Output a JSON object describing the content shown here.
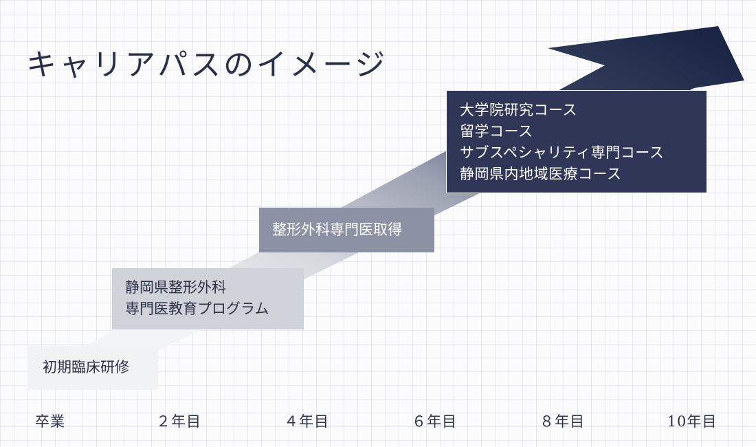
{
  "title": "キャリアパスのイメージ",
  "stages": [
    {
      "lines": [
        "初期臨床研修"
      ]
    },
    {
      "lines": [
        "静岡県整形外科",
        "専門医教育プログラム"
      ]
    },
    {
      "lines": [
        "整形外科専門医取得"
      ]
    },
    {
      "lines": [
        "大学院研究コース",
        "留学コース",
        "サブスペシャリティ専門コース",
        "静岡県内地域医療コース"
      ]
    }
  ],
  "timeline": [
    "卒業",
    "２年目",
    "４年目",
    "６年目",
    "８年目",
    "10年目"
  ],
  "colors": {
    "arrow_start": "#f3f4f6",
    "arrow_mid": "#9a9fb0",
    "arrow_end": "#1b2646",
    "text_dark": "#2d3247"
  }
}
